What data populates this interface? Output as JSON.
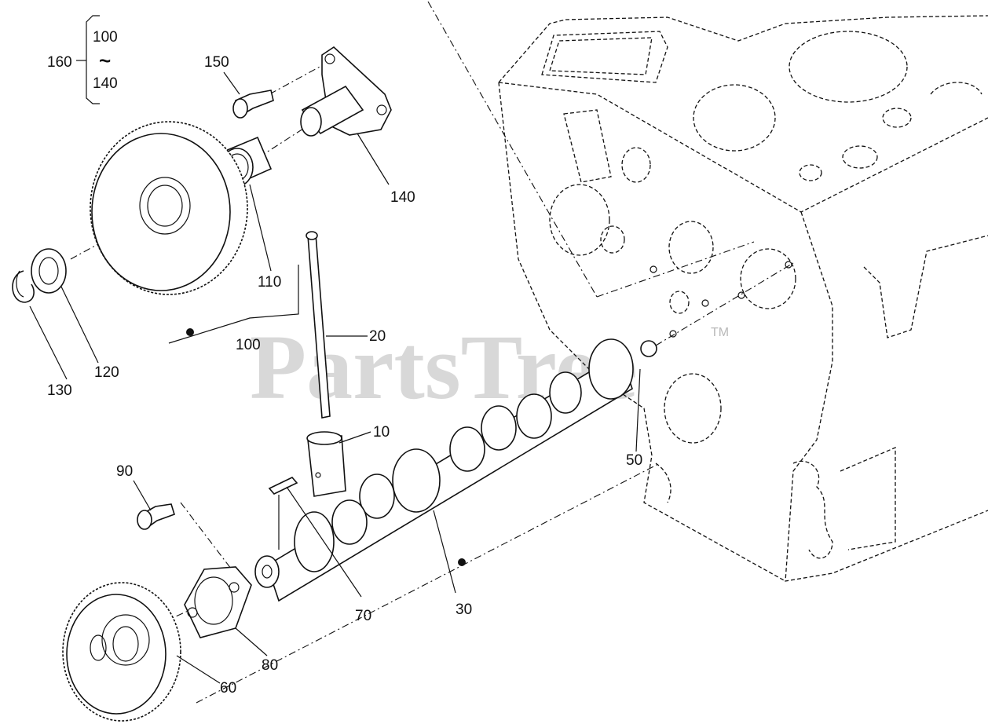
{
  "callouts": {
    "p160": "160",
    "p100_top": "100",
    "tilde": "~",
    "p140_range": "140",
    "p150": "150",
    "p140": "140",
    "p110": "110",
    "p100": "100",
    "p120": "120",
    "p130": "130",
    "p20": "20",
    "p10": "10",
    "p50": "50",
    "p90": "90",
    "p70": "70",
    "p30": "30",
    "p80": "80",
    "p60": "60"
  },
  "watermark": {
    "text": "PartsTree",
    "trademark": "TM"
  }
}
